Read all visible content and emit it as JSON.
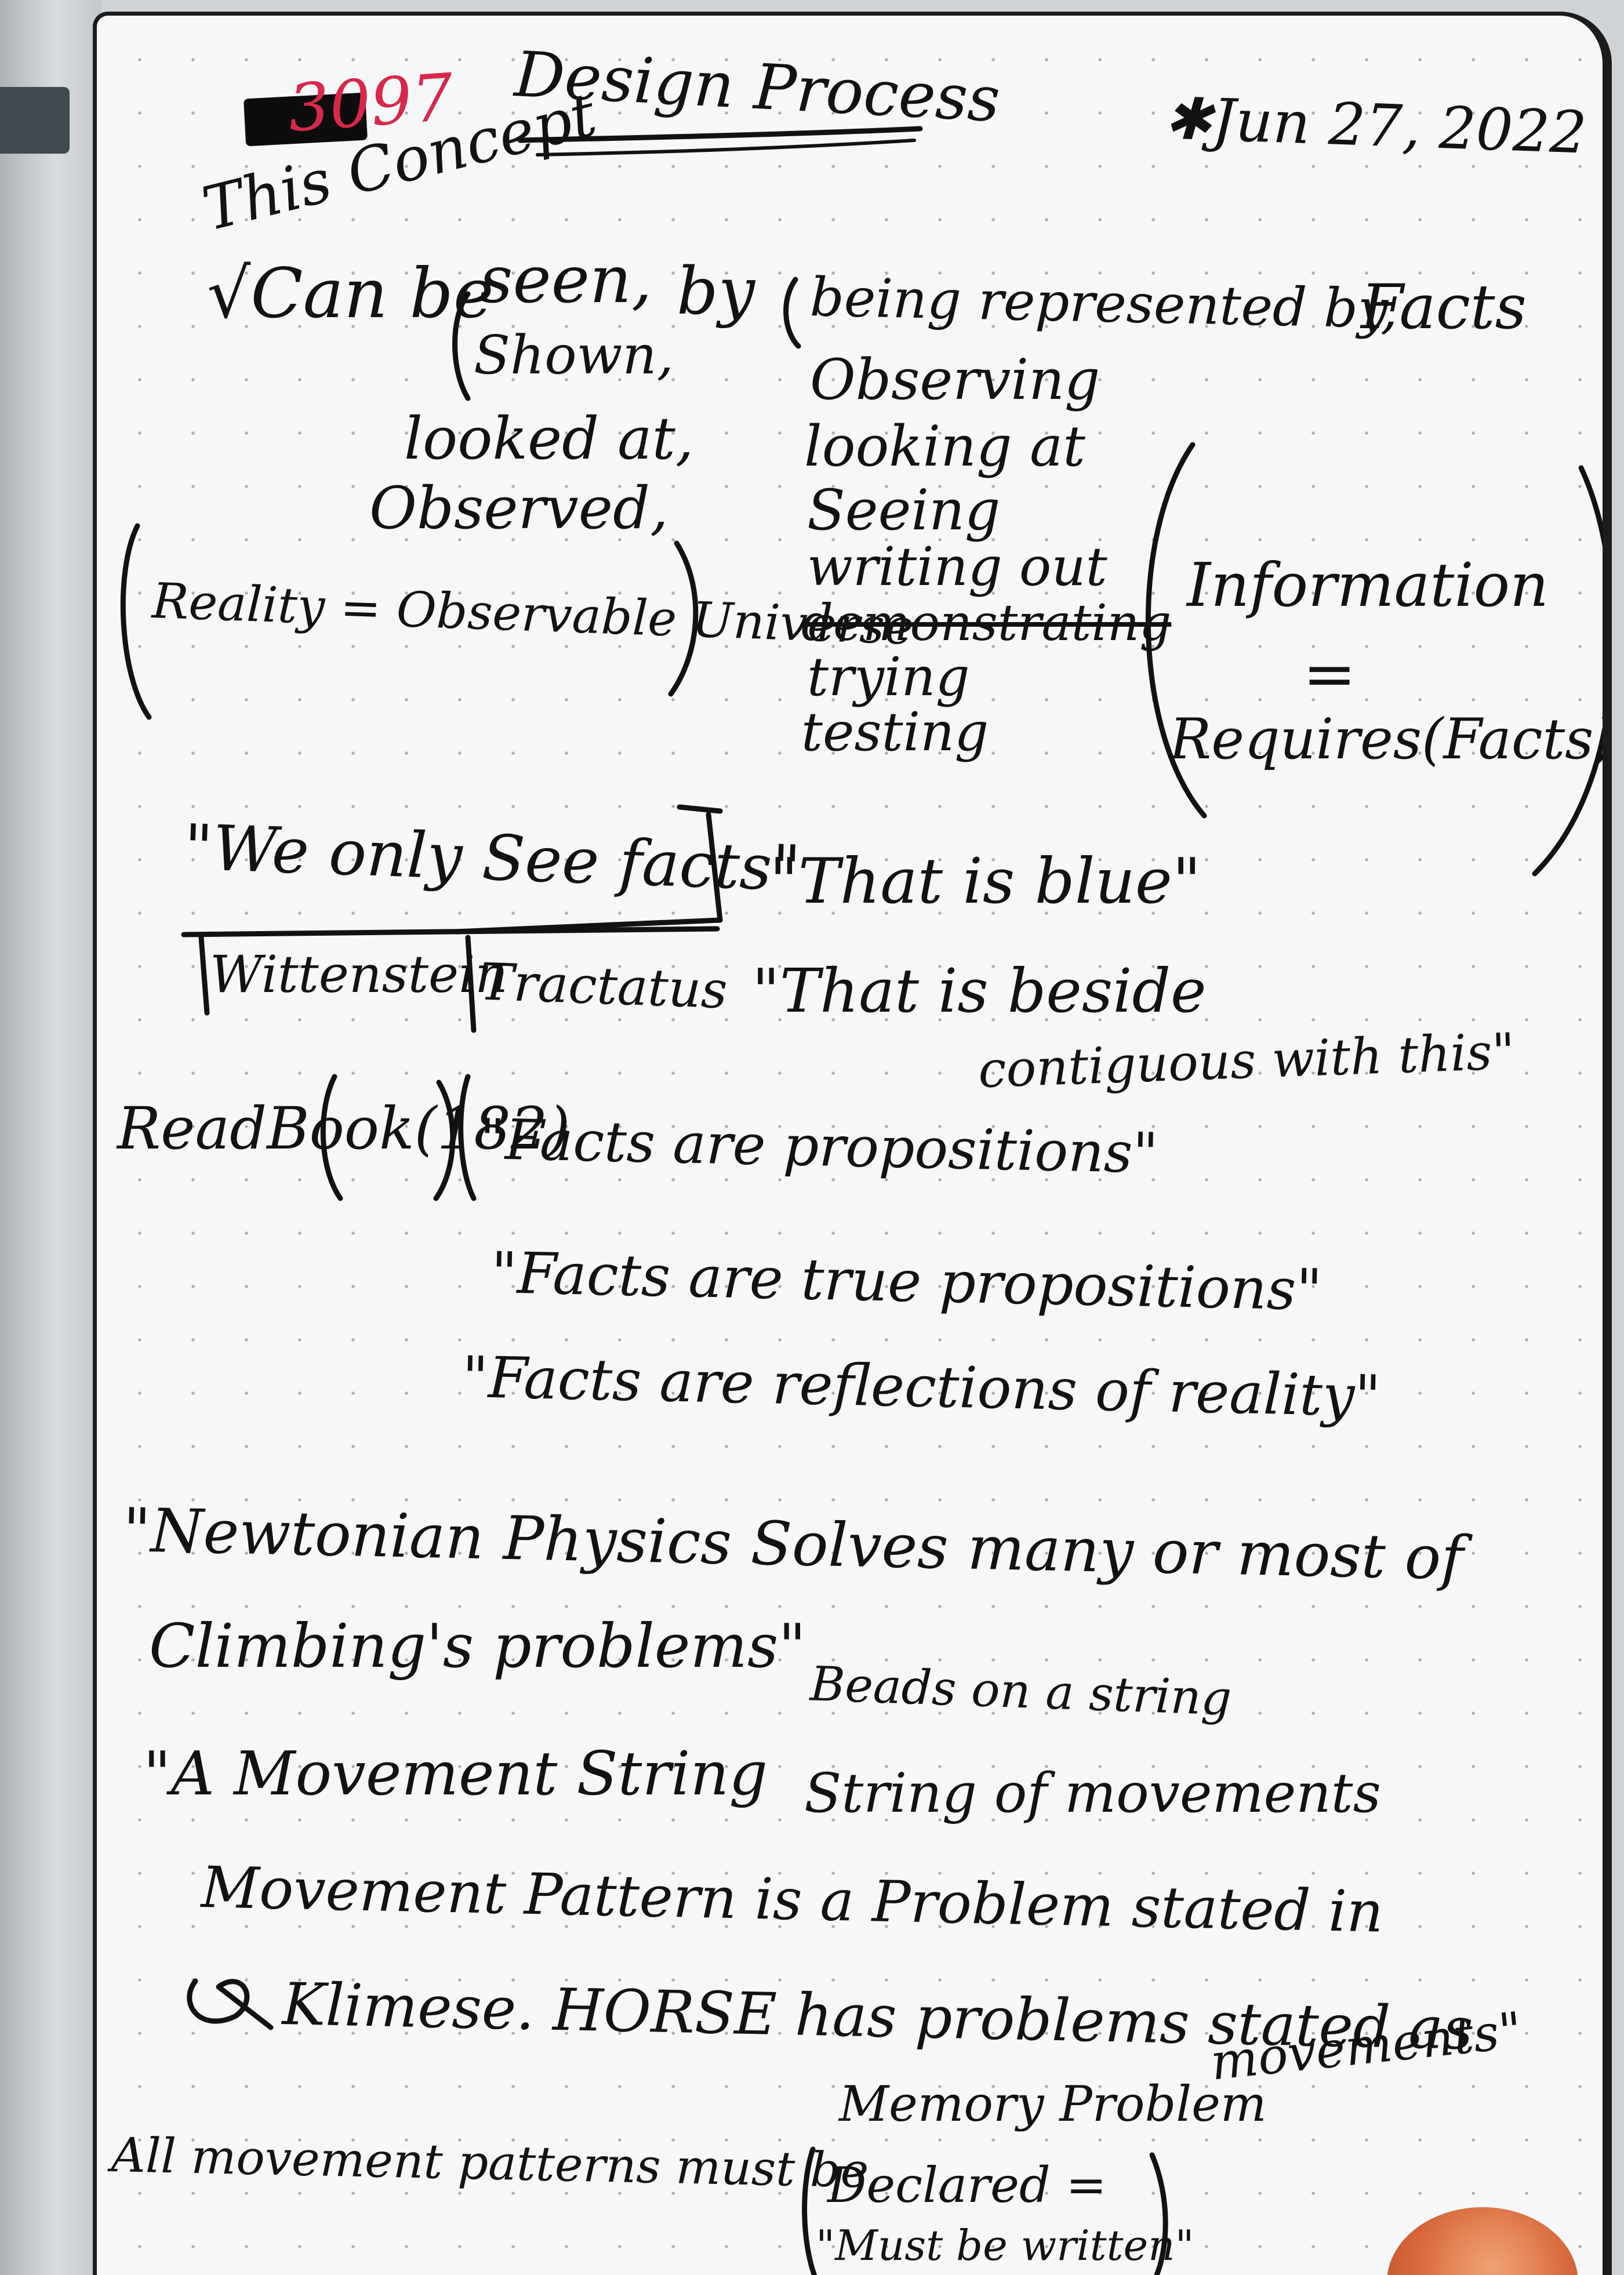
{
  "header": {
    "page_number": "3097",
    "title": "Design Process",
    "date": "✱Jun 27, 2022"
  },
  "concept": {
    "subject": "This Concept",
    "can_be": "√Can be",
    "seen": "seen,",
    "shown": "Shown,",
    "looked_at": "looked at,",
    "observed": "Observed,",
    "by": "by",
    "being_represented_by": "being represented by,",
    "facts": "Facts",
    "methods": [
      "Observing",
      "looking at",
      "Seeing",
      "writing out",
      "demonstrating",
      "trying",
      "testing"
    ],
    "reality": "Reality = Observable Universe",
    "information": "Information",
    "equals": "=",
    "requires": "Requires(Facts)"
  },
  "facts": {
    "we_only_see": "\"We only See facts\"",
    "author": "Wittenstein",
    "work": "Tractatus",
    "that_is_blue": "\"That is blue\"",
    "that_is_beside": "\"That is beside",
    "contiguous_with": "contiguous with this\"",
    "read_book": "ReadBook(182)",
    "propositions": [
      "\"Facts are propositions\"",
      "\"Facts are true propositions\"",
      "\"Facts are reflections of reality\""
    ]
  },
  "climbing": {
    "newtonian_line1": "\"Newtonian Physics Solves many or most of",
    "newtonian_line2": "Climbing's problems\"",
    "beads": "Beads on a string",
    "movement_string": "\"A Movement String",
    "string_of_movements": "String of movements",
    "movement_pattern": "Movement Pattern is a Problem stated in",
    "klimese": "Klimese. HORSE has problems stated as",
    "movements_quote": "movements\"",
    "memory_problem": "Memory Problem",
    "all_patterns": "All movement patterns must be",
    "declared": "Declared =",
    "must_be_written": "\"Must be written\""
  }
}
